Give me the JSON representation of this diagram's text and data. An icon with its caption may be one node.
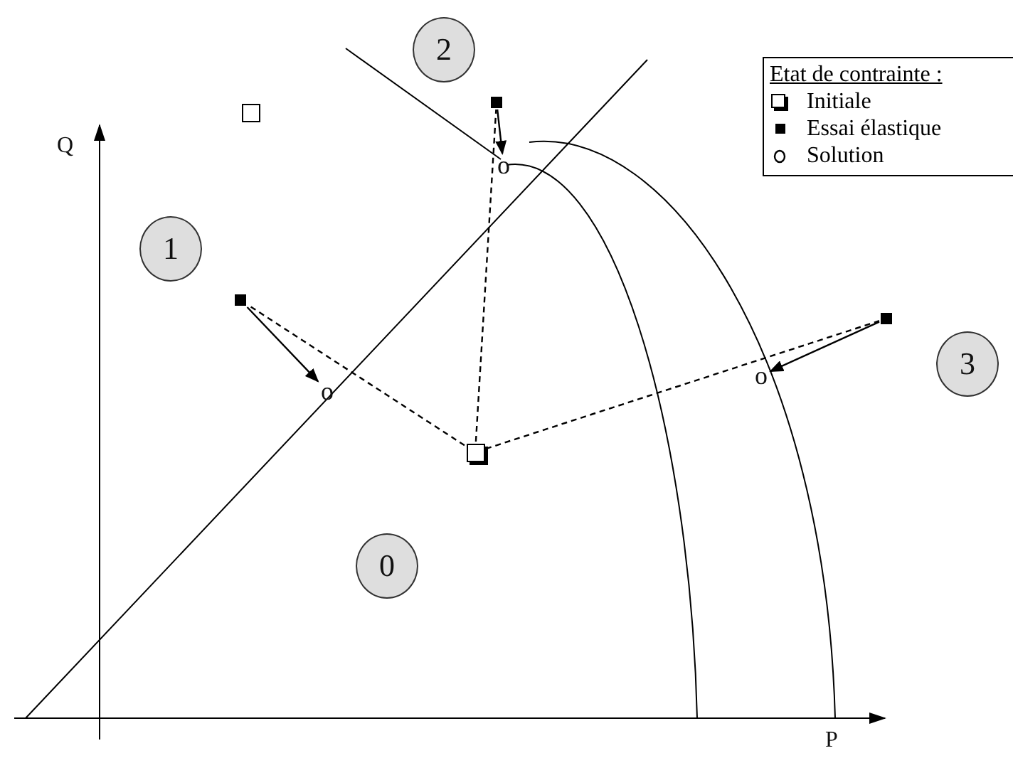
{
  "diagram": {
    "nodes": [
      {
        "text": [
          "2"
        ]
      },
      {
        "text": [],
        "shape": "square"
      },
      {
        "text": [],
        "shape": "box"
      },
      {
        "text": [
          "o"
        ]
      },
      {
        "text": [
          "1"
        ]
      },
      {
        "text": [],
        "shape": "square"
      },
      {
        "text": [],
        "shape": "square"
      },
      {
        "text": [
          "3"
        ]
      },
      {
        "text": [
          "o"
        ]
      },
      {
        "text": [
          "o"
        ]
      },
      {
        "text": [],
        "shape": "box"
      },
      {
        "text": [
          "0"
        ]
      }
    ],
    "edges": [
      {
        "from": 1,
        "to": 3,
        "arrow": "to"
      },
      {
        "from": 5,
        "to": 9,
        "arrow": "to"
      },
      {
        "from": 6,
        "to": 8,
        "arrow": "to"
      },
      {
        "from": 10,
        "to": 1,
        "arrow": "none",
        "style": "dashed"
      },
      {
        "from": 10,
        "to": 5,
        "arrow": "none",
        "style": "dashed"
      },
      {
        "from": 10,
        "to": 6,
        "arrow": "none",
        "style": "dashed"
      }
    ],
    "labels": [
      "Q",
      "P",
      "Etat de contrainte :"
    ],
    "legend": [
      {
        "text": "Initiale"
      },
      {
        "text": "Essai élastique"
      },
      {
        "text": "Solution"
      }
    ]
  }
}
